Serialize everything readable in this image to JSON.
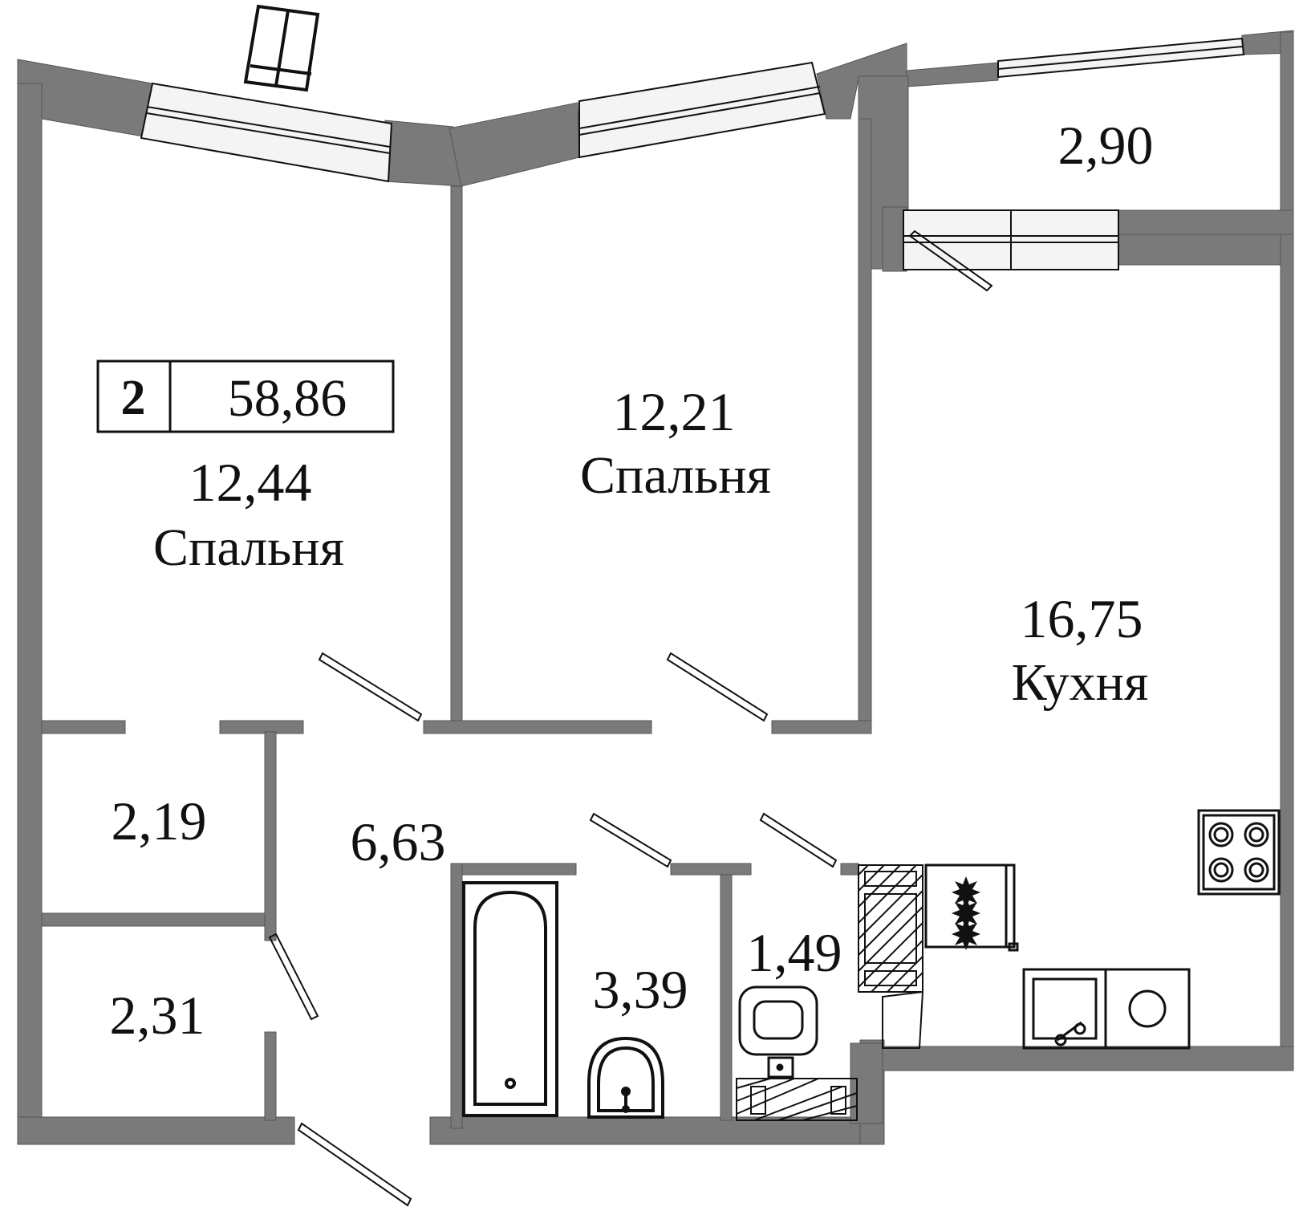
{
  "apartment": {
    "rooms_count": "2",
    "total_area": "58,86"
  },
  "rooms": [
    {
      "id": "bedroom-1",
      "area": "12,44",
      "name": "Спальня"
    },
    {
      "id": "bedroom-2",
      "area": "12,21",
      "name": "Спальня"
    },
    {
      "id": "kitchen",
      "area": "16,75",
      "name": "Кухня"
    },
    {
      "id": "balcony",
      "area": "2,90"
    },
    {
      "id": "storage-1",
      "area": "2,19"
    },
    {
      "id": "storage-2",
      "area": "2,31"
    },
    {
      "id": "hallway",
      "area": "6,63"
    },
    {
      "id": "bathroom",
      "area": "3,39"
    },
    {
      "id": "toilet",
      "area": "1,49"
    }
  ],
  "colors": {
    "wall": "#7a7a7a",
    "line": "#111111",
    "background": "#ffffff",
    "window_fill": "#f4f4f4"
  }
}
